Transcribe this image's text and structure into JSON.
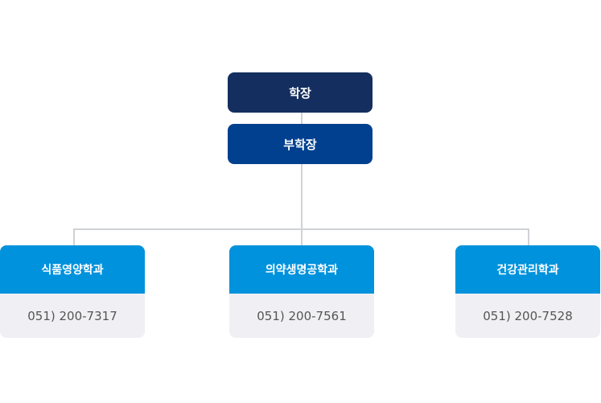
{
  "president": "학장",
  "vice_president": "부학장",
  "departments": [
    {
      "name": "식품영양학과",
      "phone": "051) 200-7317"
    },
    {
      "name": "의약생명공학과",
      "phone": "051) 200-7561"
    },
    {
      "name": "건강관리학과",
      "phone": "051) 200-7528"
    }
  ],
  "colors": {
    "president": "#142f5f",
    "vice_president": "#00408f",
    "department": "#0092dc",
    "phone_bg": "#f0f0f4",
    "line": "#cfd2d6"
  }
}
